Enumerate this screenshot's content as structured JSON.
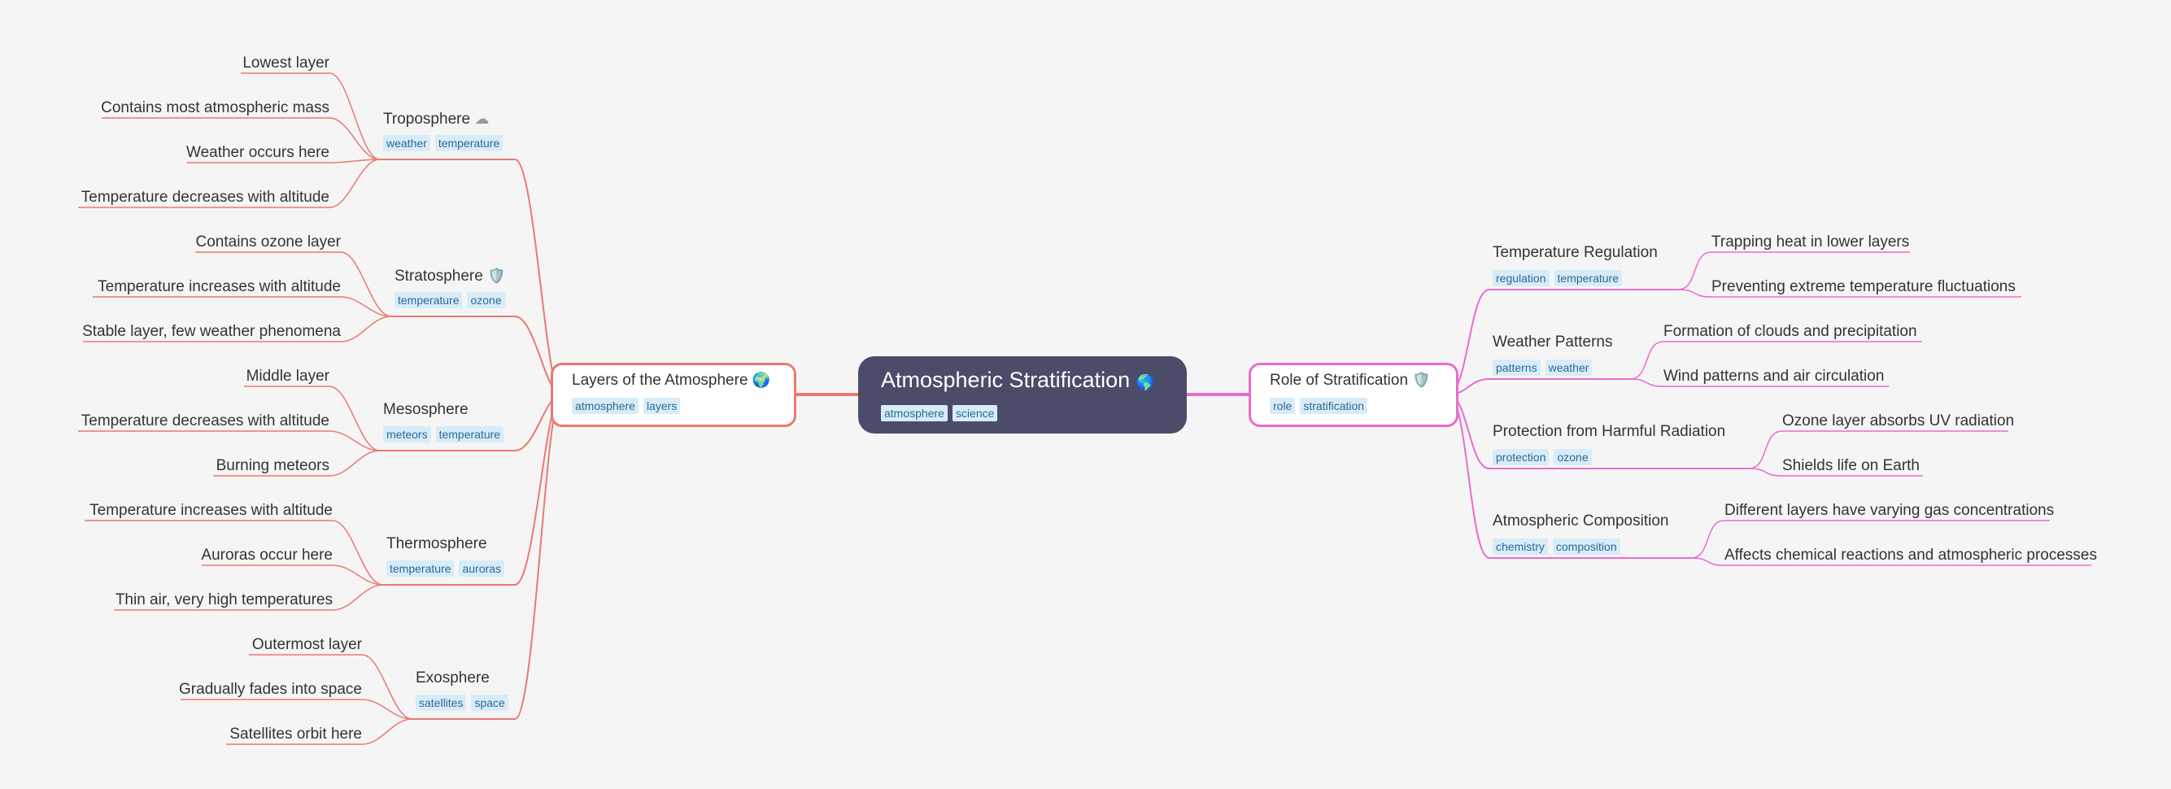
{
  "root": {
    "title": "Atmospheric Stratification",
    "icon": "🌎",
    "tags": [
      "atmosphere",
      "science"
    ]
  },
  "left_branch": {
    "title": "Layers of the Atmosphere",
    "icon": "🌍",
    "tags": [
      "atmosphere",
      "layers"
    ],
    "color": "#e87a73",
    "layers": [
      {
        "title": "Troposphere",
        "icon": "☁",
        "tags": [
          "weather",
          "temperature"
        ],
        "leaves": [
          "Lowest layer",
          "Contains most atmospheric mass",
          "Weather occurs here",
          "Temperature decreases with altitude"
        ]
      },
      {
        "title": "Stratosphere",
        "icon": "🛡️",
        "tags": [
          "temperature",
          "ozone"
        ],
        "leaves": [
          "Contains ozone layer",
          "Temperature increases with altitude",
          "Stable layer, few weather phenomena"
        ]
      },
      {
        "title": "Mesosphere",
        "icon": "",
        "tags": [
          "meteors",
          "temperature"
        ],
        "leaves": [
          "Middle layer",
          "Temperature decreases with altitude",
          "Burning meteors"
        ]
      },
      {
        "title": "Thermosphere",
        "icon": "",
        "tags": [
          "temperature",
          "auroras"
        ],
        "leaves": [
          "Temperature increases with altitude",
          "Auroras occur here",
          "Thin air, very high temperatures"
        ]
      },
      {
        "title": "Exosphere",
        "icon": "",
        "tags": [
          "satellites",
          "space"
        ],
        "leaves": [
          "Outermost layer",
          "Gradually fades into space",
          "Satellites orbit here"
        ]
      }
    ]
  },
  "right_branch": {
    "title": "Role of Stratification",
    "icon": "🛡️",
    "tags": [
      "role",
      "stratification"
    ],
    "color": "#e86ccf",
    "roles": [
      {
        "title": "Temperature Regulation",
        "tags": [
          "regulation",
          "temperature"
        ],
        "leaves": [
          "Trapping heat in lower layers",
          "Preventing extreme temperature fluctuations"
        ]
      },
      {
        "title": "Weather Patterns",
        "tags": [
          "patterns",
          "weather"
        ],
        "leaves": [
          "Formation of clouds and precipitation",
          "Wind patterns and air circulation"
        ]
      },
      {
        "title": "Protection from Harmful Radiation",
        "tags": [
          "protection",
          "ozone"
        ],
        "leaves": [
          "Ozone layer absorbs UV radiation",
          "Shields life on Earth"
        ]
      },
      {
        "title": "Atmospheric Composition",
        "tags": [
          "chemistry",
          "composition"
        ],
        "leaves": [
          "Different layers have varying gas concentrations",
          "Affects chemical reactions and atmospheric processes"
        ]
      }
    ]
  }
}
